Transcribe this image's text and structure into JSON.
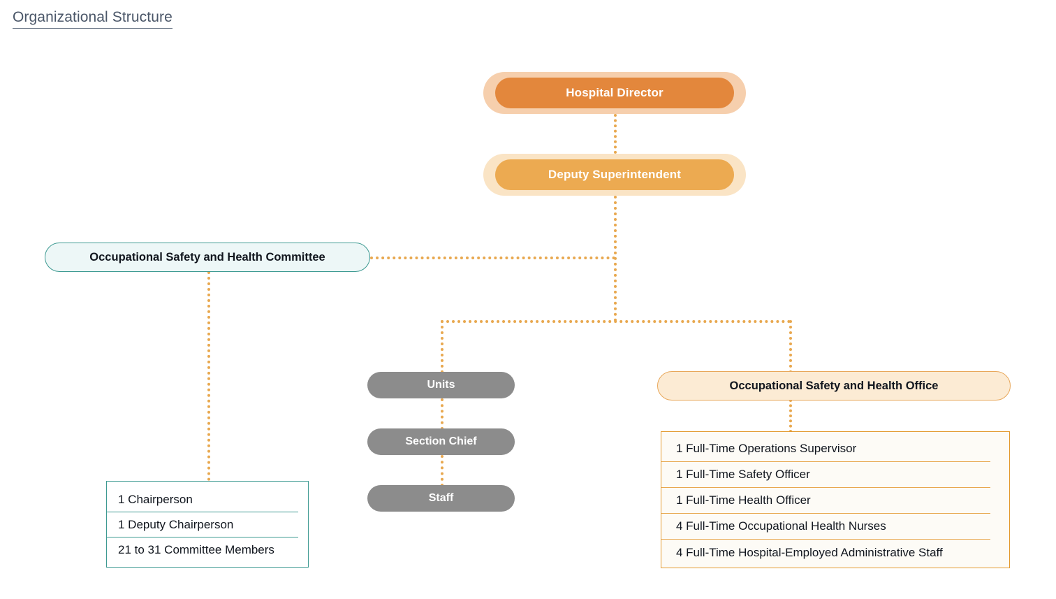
{
  "page": {
    "title": "Organizational Structure"
  },
  "colors": {
    "accent_orange": "#E3873C",
    "accent_amber": "#ECAA51",
    "accent_teal": "#3E9A92",
    "connector": "#E8A84F",
    "gray_node": "#8C8C8C",
    "peach_fill": "#FCEBD4",
    "title_text": "#4A5668"
  },
  "nodes": {
    "director": {
      "label": "Hospital Director"
    },
    "deputy": {
      "label": "Deputy Superintendent"
    },
    "committee": {
      "label": "Occupational Safety and Health Committee"
    },
    "office": {
      "label": "Occupational Safety and Health Office"
    },
    "units": {
      "label": "Units"
    },
    "section_chief": {
      "label": "Section Chief"
    },
    "staff": {
      "label": "Staff"
    }
  },
  "committee_members": [
    "1 Chairperson",
    "1 Deputy Chairperson",
    "21 to 31 Committee Members"
  ],
  "office_staff": [
    "1 Full-Time Operations Supervisor",
    "1 Full-Time Safety Officer",
    "1 Full-Time Health Officer",
    "4 Full-Time Occupational Health Nurses",
    "4 Full-Time Hospital-Employed Administrative Staff"
  ]
}
